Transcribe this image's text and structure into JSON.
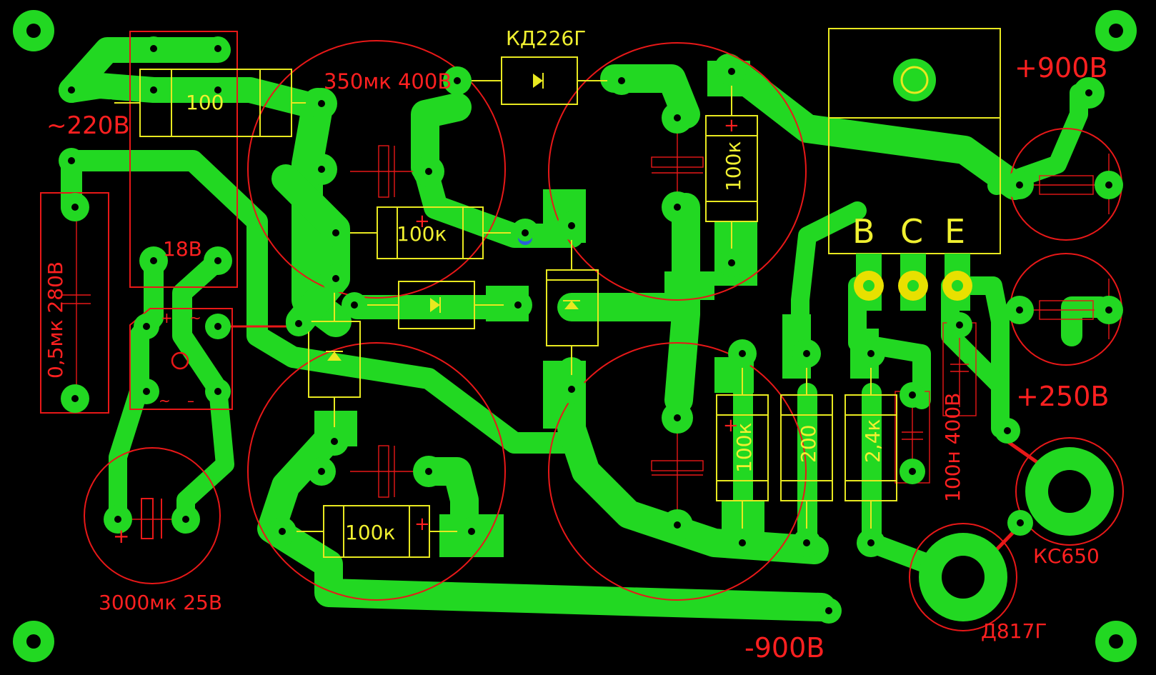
{
  "board": {
    "background": "#000000",
    "copper_color": "#22d822",
    "silkscreen_color": "#e8e820",
    "outline_color": "#e81818"
  },
  "labels": {
    "mains": "~220В",
    "transformer_secondary": "18В",
    "cap_mains": "0,5мк 280В",
    "cap_filter_lv": "3000мк 25В",
    "cap_hv_top": "350мк 400В",
    "diode_type": "КД226Г",
    "out_plus_900": "+900В",
    "out_plus_250": "+250В",
    "out_minus_900": "-900В",
    "zener_kc": "КС650",
    "zener_d": "Д817Г",
    "cap_100n": "100н 400В",
    "pin_b": "B",
    "pin_c": "C",
    "pin_e": "E"
  },
  "components": {
    "r_100": "100",
    "r_100k_1": "100к",
    "r_100k_2": "100к",
    "r_100k_3": "100к",
    "r_100k_4": "100к",
    "r_200": "200",
    "r_2_4k": "2,4к"
  },
  "bridge_marks": {
    "plus": "+",
    "tilde_top": "~",
    "tilde_bottom": "~",
    "minus": "–"
  },
  "polarity": {
    "plus": "+"
  }
}
